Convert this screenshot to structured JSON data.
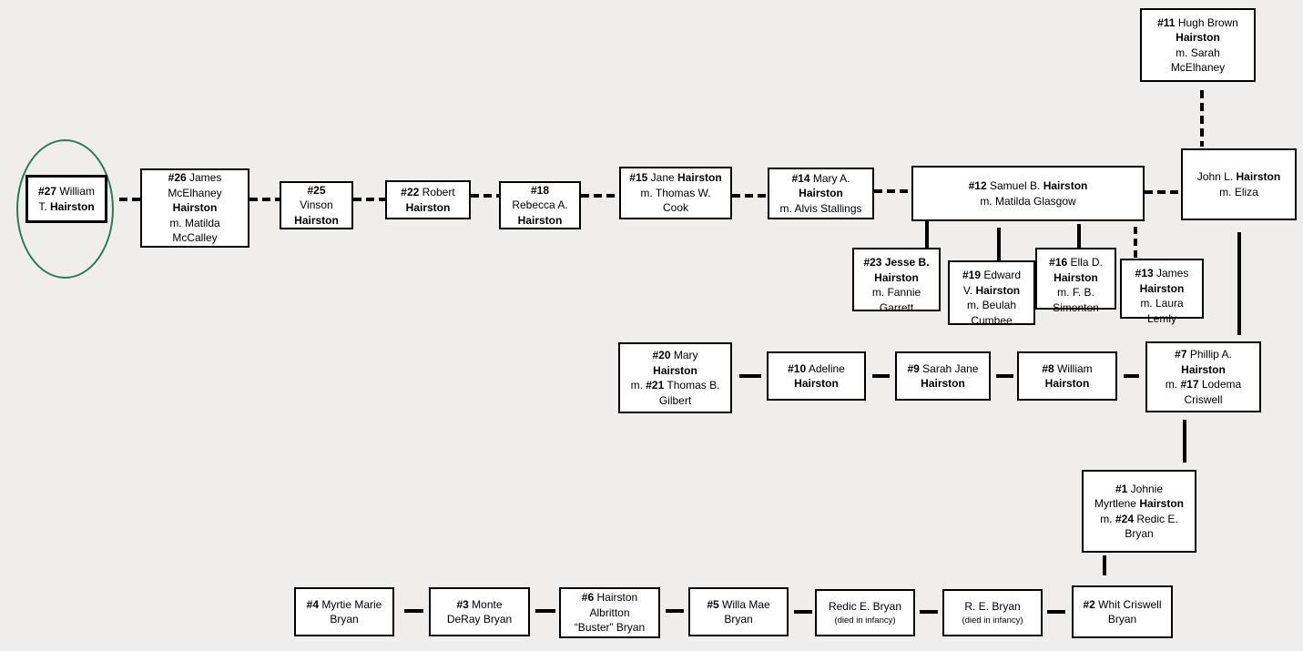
{
  "people": {
    "p27": {
      "num": "#27",
      "l1": " William",
      "l2": "T. ",
      "l2b": "Hairston"
    },
    "p26": {
      "num": "#26",
      "l1": " James",
      "l2": "McElhaney",
      "l3": "Hairston",
      "l4": "m. Matilda",
      "l5": "McCalley"
    },
    "p25": {
      "num": "#25",
      "l2": "Vinson",
      "l3": "Hairston"
    },
    "p22": {
      "num": "#22",
      "l1": " Robert",
      "l2": "Hairston"
    },
    "p18": {
      "num": "#18",
      "l2": "Rebecca A.",
      "l3": "Hairston"
    },
    "p15": {
      "num": "#15",
      "l1": " Jane ",
      "l1b": "Hairston",
      "l2": "m. Thomas W.",
      "l3": "Cook"
    },
    "p14": {
      "num": "#14",
      "l1": " Mary A.",
      "l2": "Hairston",
      "l3": "m. Alvis Stallings"
    },
    "p12": {
      "num": "#12",
      "l1": " Samuel B. ",
      "l1b": "Hairston",
      "l2": "m. Matilda Glasgow"
    },
    "p11": {
      "num": "#11",
      "l1": " Hugh Brown",
      "l2": "Hairston",
      "l3": "m. Sarah",
      "l4": "McElhaney"
    },
    "john": {
      "l1": "John L. ",
      "l1b": "Hairston",
      "l2": "m. Eliza"
    },
    "p23": {
      "num": "#23",
      "l1a": " ",
      "l1b": "Jesse B.",
      "l2": "Hairston",
      "l3": "m. Fannie",
      "l4": "Garrett"
    },
    "p19": {
      "num": "#19",
      "l1": " Edward",
      "l2": "V. ",
      "l2b": "Hairston",
      "l3": "m. Beulah",
      "l4": "Cumbee"
    },
    "p16": {
      "num": "#16",
      "l1": " Ella D.",
      "l2": "Hairston",
      "l3": "m. F. B.",
      "l4": "Simonton"
    },
    "p13": {
      "num": "#13",
      "l1": " James",
      "l2": "Hairston",
      "l3": "m. Laura",
      "l4": "Lemly"
    },
    "p20": {
      "num": "#20",
      "l1": " Mary",
      "l2": "Hairston",
      "l3pre": "m. ",
      "num2": "#21",
      "l3": " Thomas B.",
      "l4": "Gilbert"
    },
    "p10": {
      "num": "#10",
      "l1": " Adeline",
      "l2": "Hairston"
    },
    "p9": {
      "num": "#9",
      "l1": " Sarah Jane",
      "l2": "Hairston"
    },
    "p8": {
      "num": "#8",
      "l1": " William",
      "l2": "Hairston"
    },
    "p7": {
      "num": "#7",
      "l1": " Phillip A.",
      "l2": "Hairston",
      "l3pre": "m. ",
      "num2": "#17",
      "l3": " Lodema",
      "l4": "Criswell"
    },
    "p1": {
      "num": "#1",
      "l1": " Johnie",
      "l2": "Myrtlene ",
      "l2b": "Hairston",
      "l3pre": "m. ",
      "num2": "#24",
      "l3": " Redic E.",
      "l4": "Bryan"
    },
    "p4": {
      "num": "#4",
      "l1": " Myrtie Marie",
      "l2": "Bryan"
    },
    "p3": {
      "num": "#3",
      "l1": " Monte",
      "l2": "DeRay Bryan"
    },
    "p6": {
      "num": "#6",
      "l1": " Hairston",
      "l2": "Albritton",
      "l3": "“Buster” Bryan"
    },
    "p5": {
      "num": "#5",
      "l1": " Willa Mae",
      "l2": "Bryan"
    },
    "redic": {
      "l1": "Redic E. Bryan",
      "note": "(died in infancy)"
    },
    "re": {
      "l1": "R. E. Bryan",
      "note": "(died in infancy)"
    },
    "p2": {
      "num": "#2",
      "l1": " Whit Criswell",
      "l2": "Bryan"
    }
  },
  "colors": {
    "ring": "#2d7a5a",
    "background": "#efeeed",
    "box_border": "#000000",
    "line": "#000000"
  }
}
